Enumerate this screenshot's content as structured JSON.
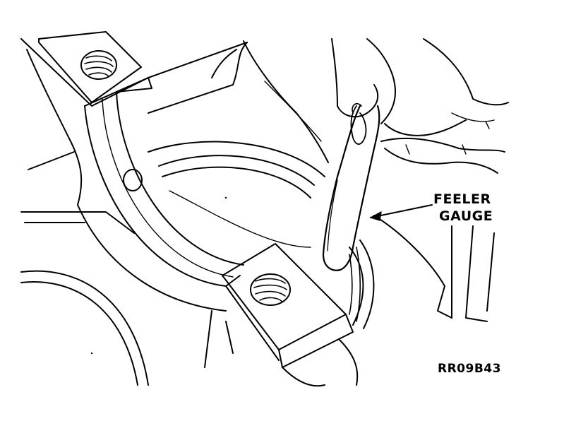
{
  "callout": {
    "line1": "FEELER",
    "line2": "GAUGE"
  },
  "figure_code": "RR09B43",
  "colors": {
    "ink": "#000000",
    "paper": "#ffffff"
  }
}
